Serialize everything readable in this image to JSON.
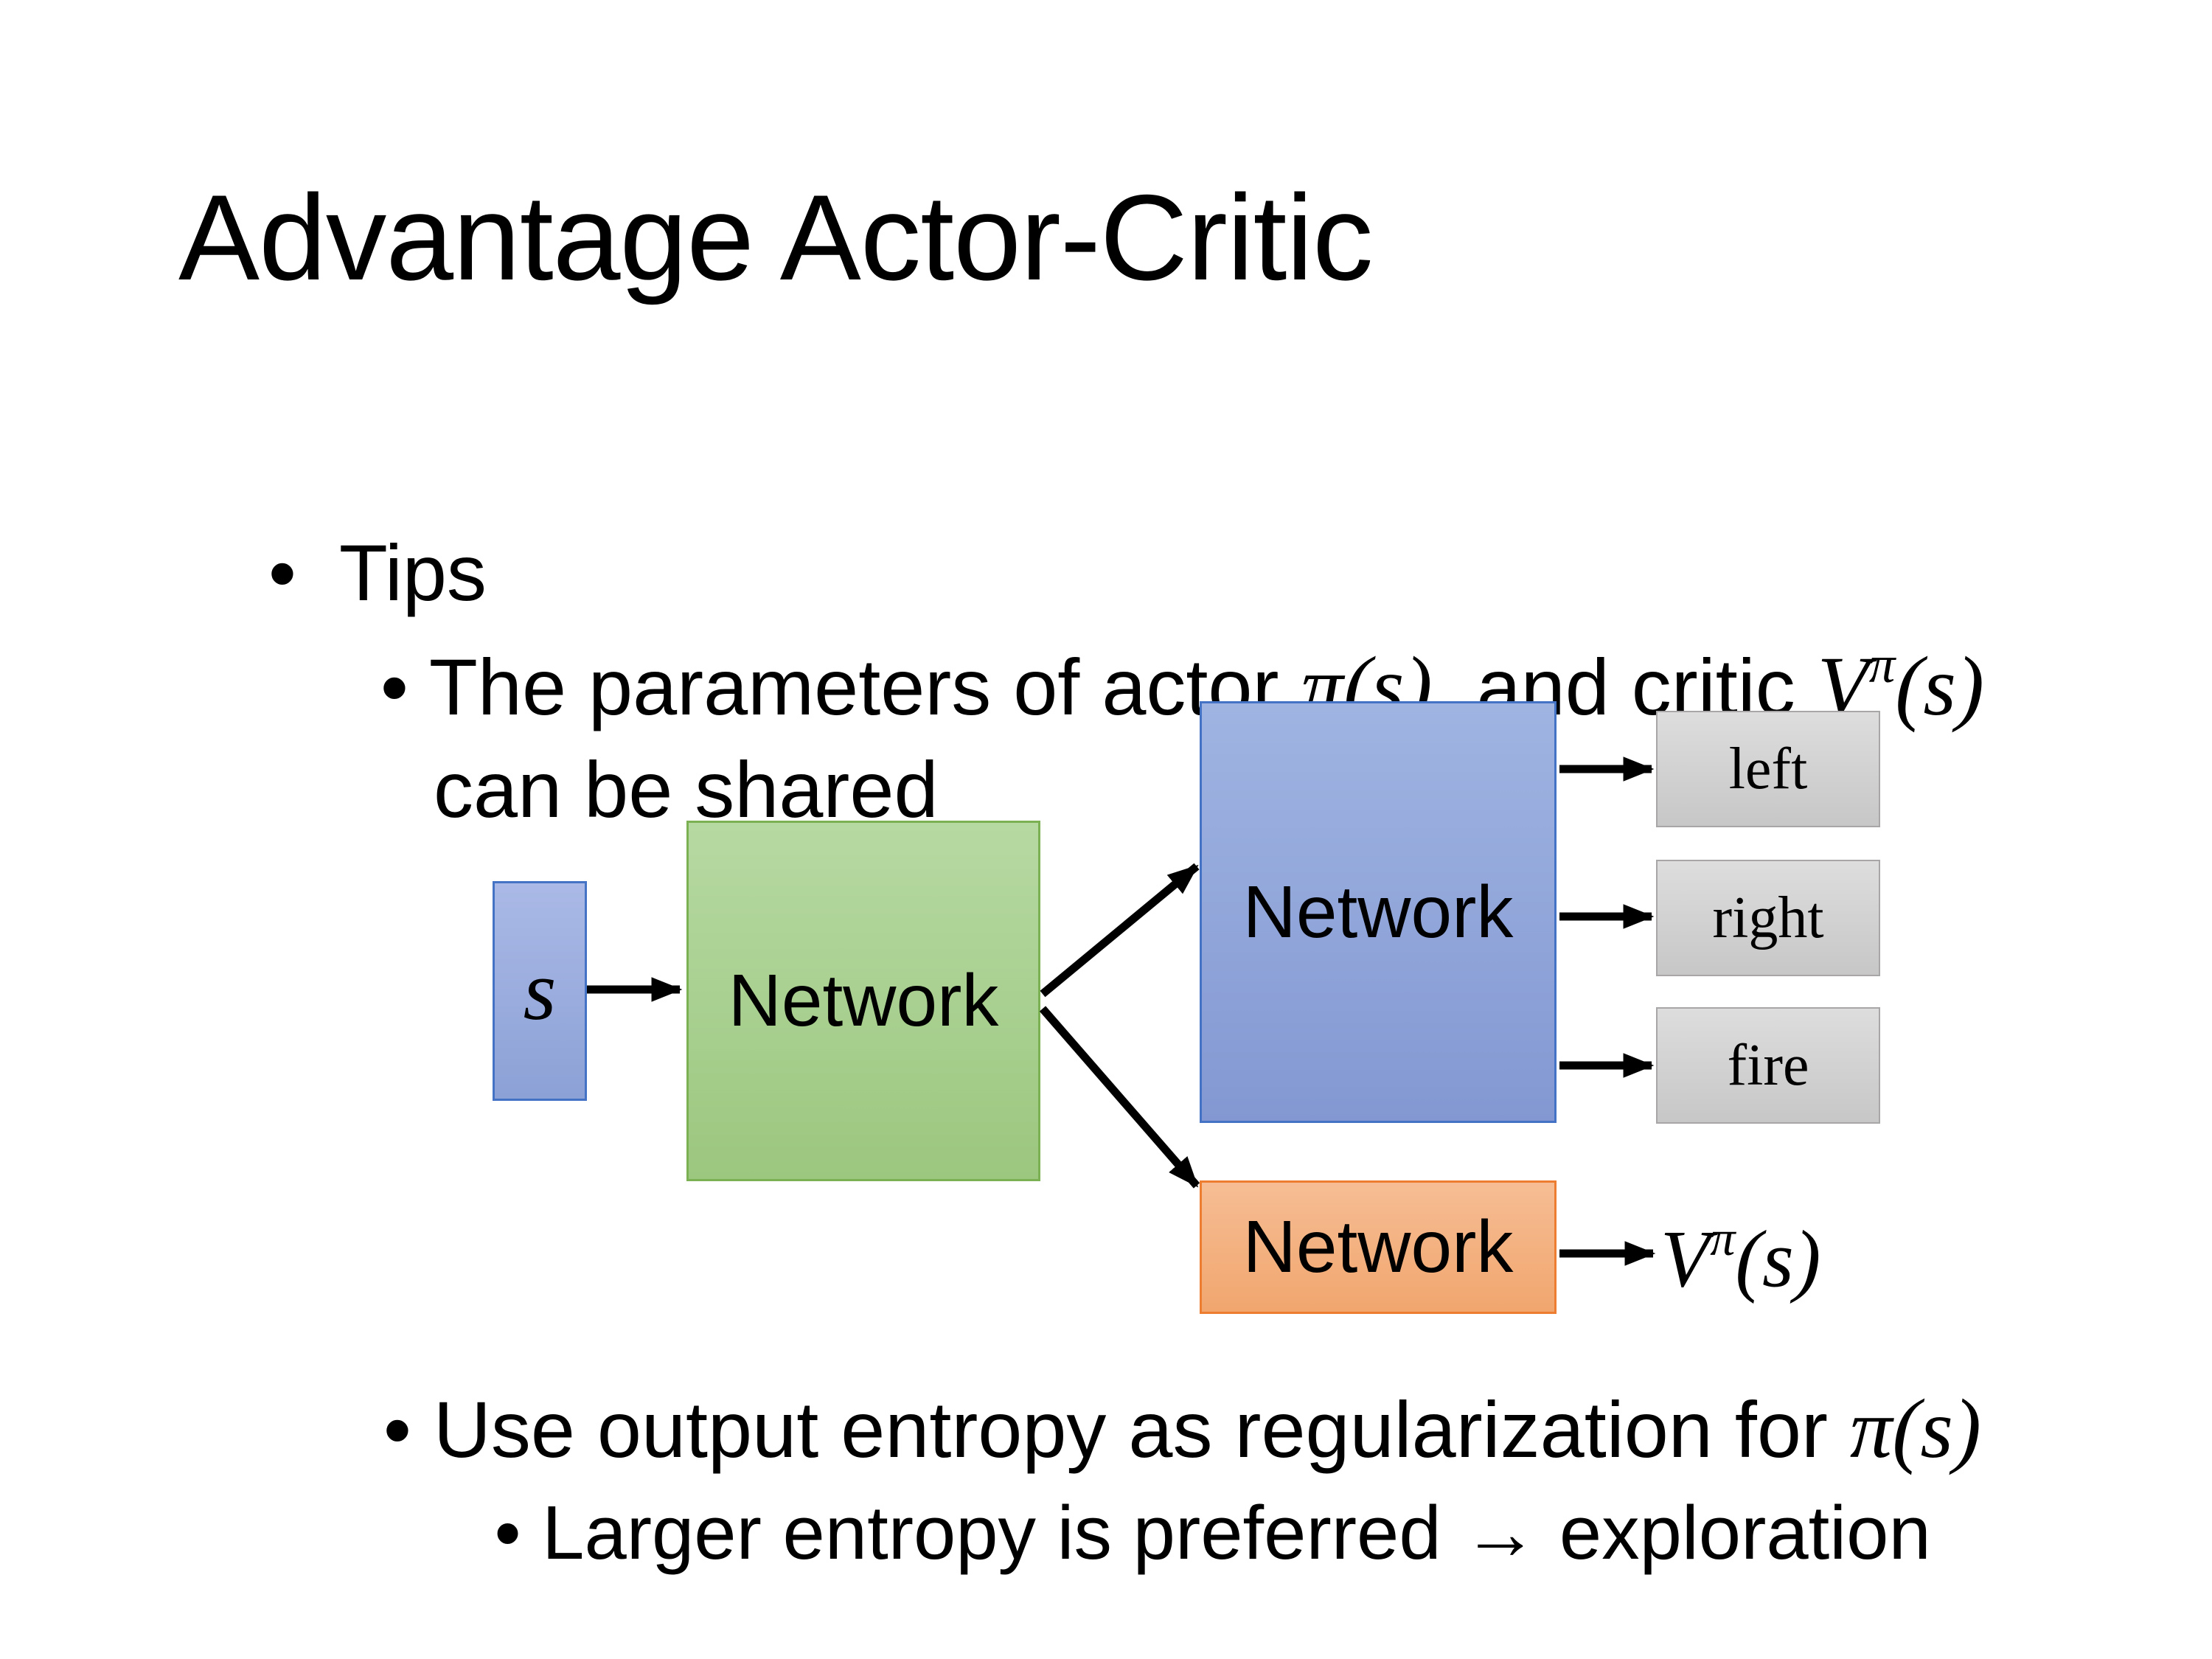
{
  "slide": {
    "title": "Advantage Actor-Critic",
    "bullet_char": "•",
    "tips": {
      "label": "Tips"
    },
    "param_bullet": {
      "pre": "The parameters of actor ",
      "actor_math": "π(s)",
      "mid": "  and critic ",
      "critic_base": "V",
      "critic_sup": "π",
      "critic_args": "(s)",
      "line2": "can be shared"
    },
    "entropy_bullet": {
      "pre": "Use output entropy as regularization for ",
      "math": "π(s)"
    },
    "exploration_bullet": {
      "text": "Larger entropy is preferred → exploration"
    },
    "diagram": {
      "state_label": "s",
      "shared_network": {
        "label": "Network"
      },
      "actor_network": {
        "label": "Network"
      },
      "critic_network": {
        "label": "Network"
      },
      "action_boxes": [
        {
          "label": "left"
        },
        {
          "label": "right"
        },
        {
          "label": "fire"
        }
      ],
      "value_output": {
        "base": "V",
        "sup": "π",
        "args": "(s)"
      },
      "colors": {
        "text": "#000000",
        "arrow": "#000000",
        "state_fill_top": "#aab9e6",
        "state_fill_bottom": "#8ca1d6",
        "state_border": "#4472c4",
        "shared_fill_top": "#b6d9a2",
        "shared_fill_bottom": "#9cc77f",
        "shared_border": "#7cb153",
        "actor_fill_top": "#a0b4e2",
        "actor_fill_bottom": "#8398d2",
        "actor_border": "#4472c4",
        "critic_fill_top": "#f6bd94",
        "critic_fill_bottom": "#f1a66e",
        "critic_border": "#ed7d31",
        "action_fill_top": "#dddddd",
        "action_fill_bottom": "#c7c7c7",
        "action_border": "#a8a6a6"
      }
    }
  }
}
